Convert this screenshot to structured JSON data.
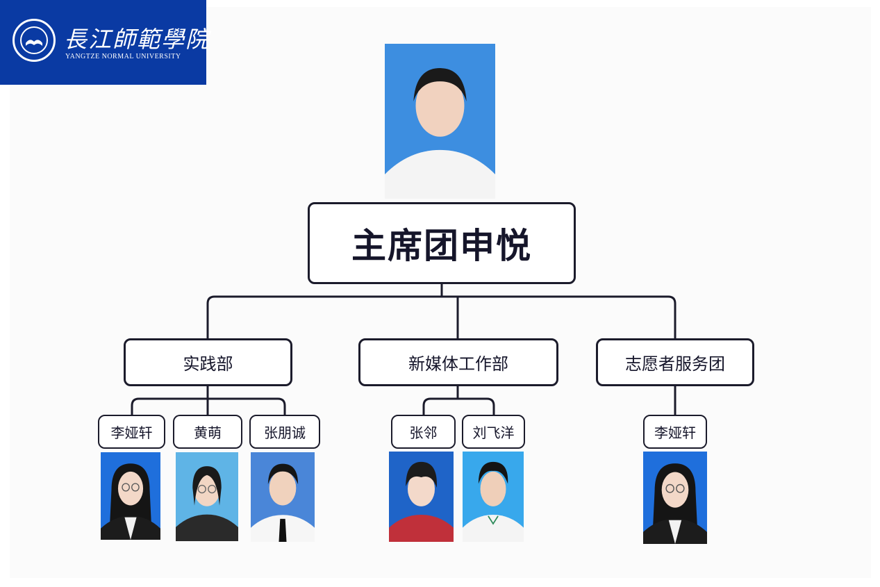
{
  "logo": {
    "name_cn": "長江師範學院",
    "name_en": "YANGTZE NORMAL UNIVERSITY",
    "bar_color": "#0a3aa3"
  },
  "chart_data": {
    "type": "org-chart",
    "root": {
      "label": "主席团申悦",
      "photo_bg": "#3d8ee0"
    },
    "departments": [
      {
        "label": "实践部",
        "members": [
          {
            "name": "李娅轩",
            "photo_bg": "#1f6fdc"
          },
          {
            "name": "黄萌",
            "photo_bg": "#5fb4e6"
          },
          {
            "name": "张朋诚",
            "photo_bg": "#4a86d8"
          }
        ]
      },
      {
        "label": "新媒体工作部",
        "members": [
          {
            "name": "张邻",
            "photo_bg": "#1f64c8"
          },
          {
            "name": "刘飞洋",
            "photo_bg": "#38a8ec"
          }
        ]
      },
      {
        "label": "志愿者服务团",
        "members": [
          {
            "name": "李娅轩",
            "photo_bg": "#1f6fdc"
          }
        ]
      }
    ]
  }
}
